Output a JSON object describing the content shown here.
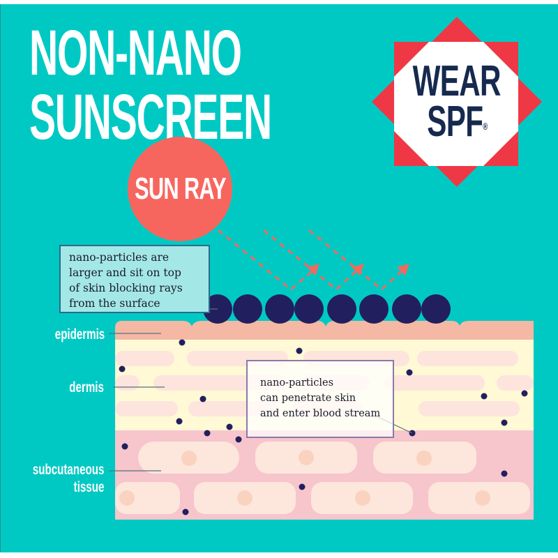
{
  "title": {
    "line1": "NON-NANO",
    "line2": "SUNSCREEN"
  },
  "badge": {
    "line1": "WEAR",
    "line2": "SPF",
    "mark": "®",
    "colors": {
      "star": "#ef3845",
      "inner": "#ffffff",
      "text": "#16294f"
    }
  },
  "sun": {
    "label": "SUN RAY",
    "color": "#f7665e"
  },
  "callouts": {
    "top": {
      "lines": [
        "nano-particles are",
        "larger and sit on top",
        "of skin blocking rays",
        "from the surface"
      ]
    },
    "bottom": {
      "lines": [
        "nano-particles",
        "can penetrate skin",
        "and enter blood stream"
      ]
    }
  },
  "layers": {
    "epidermis": "epidermis",
    "dermis": "dermis",
    "subcutaneous_line1": "subcutaneous",
    "subcutaneous_line2": "tissue"
  },
  "colors": {
    "background": "#00c9c4",
    "epidermis": "#f4b8a4",
    "dermis": "#fff9d6",
    "dermis_fiber": "#fde4dc",
    "subcutaneous": "#f7c5cc",
    "cell": "#fde6dc",
    "nucleus": "#f9d3bf",
    "particle": "#221f5e",
    "ray": "#f7665e"
  },
  "particles_surface_count": 8
}
